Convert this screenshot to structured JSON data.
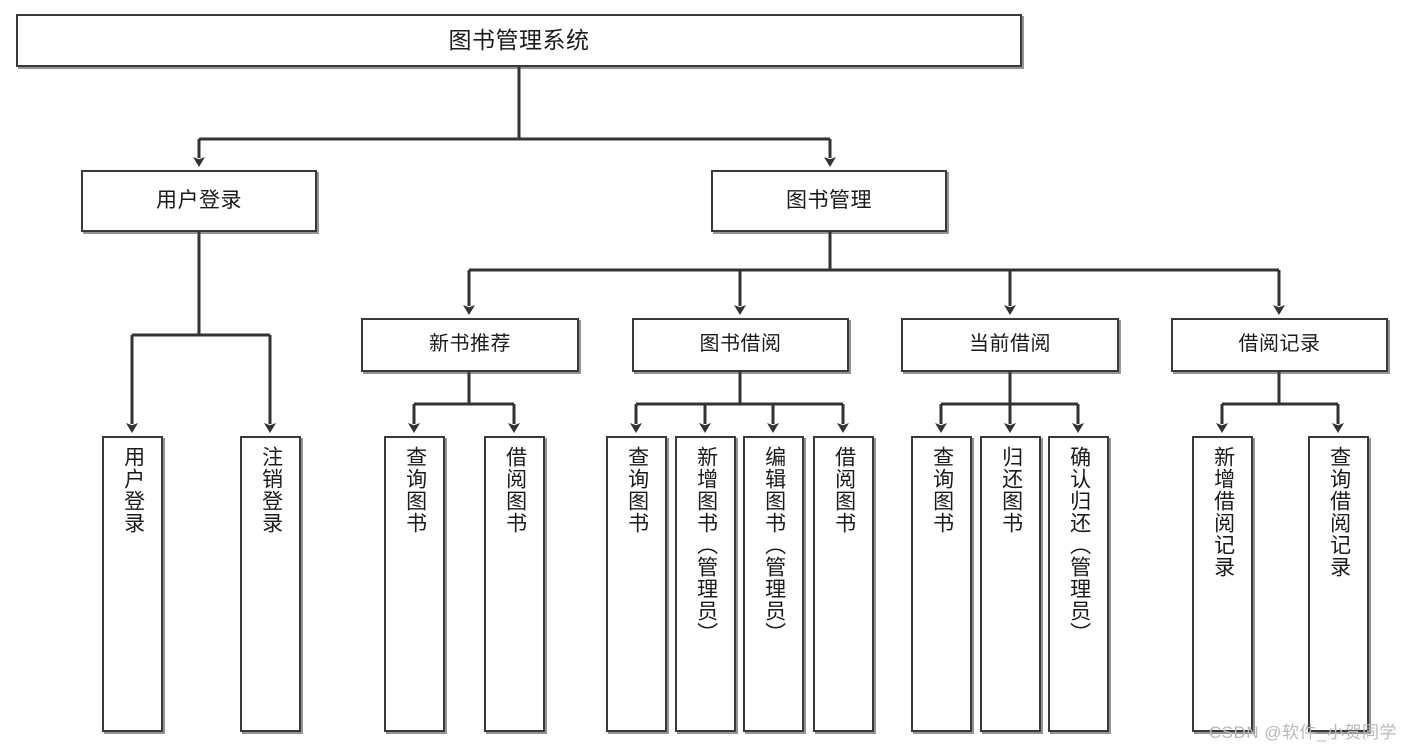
{
  "diagram": {
    "type": "tree-hierarchy",
    "title": "图书管理系统",
    "watermark": "CSDN @软件_小贺同学",
    "colors": {
      "box_border": "#3a3a3a",
      "box_fill": "#ffffff",
      "connector": "#333333",
      "text": "#1b1b1b",
      "watermark": "#b9b9b9"
    },
    "nodes": {
      "root": {
        "label": "图书管理系统"
      },
      "level2": [
        {
          "id": "user-login",
          "label": "用户登录"
        },
        {
          "id": "book-management",
          "label": "图书管理"
        }
      ],
      "level3": [
        {
          "id": "new-book-recommend",
          "label": "新书推荐"
        },
        {
          "id": "book-borrow",
          "label": "图书借阅"
        },
        {
          "id": "current-borrow",
          "label": "当前借阅"
        },
        {
          "id": "borrow-record",
          "label": "借阅记录"
        }
      ],
      "leaves": {
        "user_login": [
          {
            "id": "leaf-user-login",
            "label": "用户登录"
          },
          {
            "id": "leaf-logout-login",
            "label": "注销登录"
          }
        ],
        "new_book_recommend": [
          {
            "id": "leaf-query-book-1",
            "label": "查询图书"
          },
          {
            "id": "leaf-borrow-book-1",
            "label": "借阅图书"
          }
        ],
        "book_borrow": [
          {
            "id": "leaf-query-book-2",
            "label": "查询图书"
          },
          {
            "id": "leaf-add-book-admin",
            "label": "新增图书（管理员）"
          },
          {
            "id": "leaf-edit-book-admin",
            "label": "编辑图书（管理员）"
          },
          {
            "id": "leaf-borrow-book-2",
            "label": "借阅图书"
          }
        ],
        "current_borrow": [
          {
            "id": "leaf-query-book-3",
            "label": "查询图书"
          },
          {
            "id": "leaf-return-book",
            "label": "归还图书"
          },
          {
            "id": "leaf-confirm-return-admin",
            "label": "确认归还（管理员）"
          }
        ],
        "borrow_record": [
          {
            "id": "leaf-add-borrow-record",
            "label": "新增借阅记录"
          },
          {
            "id": "leaf-query-borrow-record",
            "label": "查询借阅记录"
          }
        ]
      }
    }
  }
}
